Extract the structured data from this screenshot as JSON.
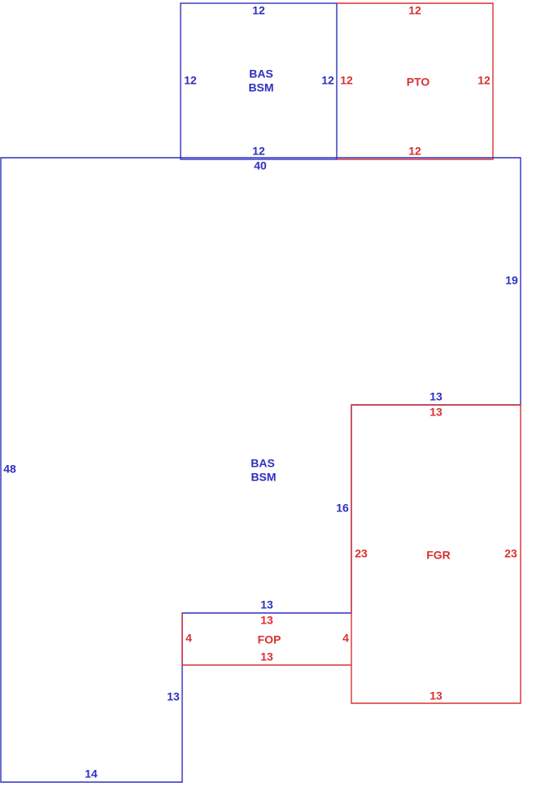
{
  "colors": {
    "living_area": "#2f2fbf",
    "non_living_area": "#d93030",
    "background": "#ffffff"
  },
  "areas": {
    "upper_bas": {
      "line1": "BAS",
      "line2": "BSM",
      "top": "12",
      "left": "12",
      "right": "12",
      "bottom": "12"
    },
    "pto": {
      "label": "PTO",
      "top": "12",
      "left": "12",
      "right": "12",
      "bottom": "12"
    },
    "main_bas": {
      "line1": "BAS",
      "line2": "BSM",
      "top": "40",
      "right": "19",
      "notch_top": "13",
      "inner_vertical": "16",
      "fop_top": "13",
      "inner_left": "13",
      "bottom": "14",
      "left": "48"
    },
    "fgr": {
      "label": "FGR",
      "top": "13",
      "left": "23",
      "right": "23",
      "bottom": "13"
    },
    "fop": {
      "label": "FOP",
      "top": "13",
      "left": "4",
      "right": "4",
      "bottom": "13"
    }
  }
}
